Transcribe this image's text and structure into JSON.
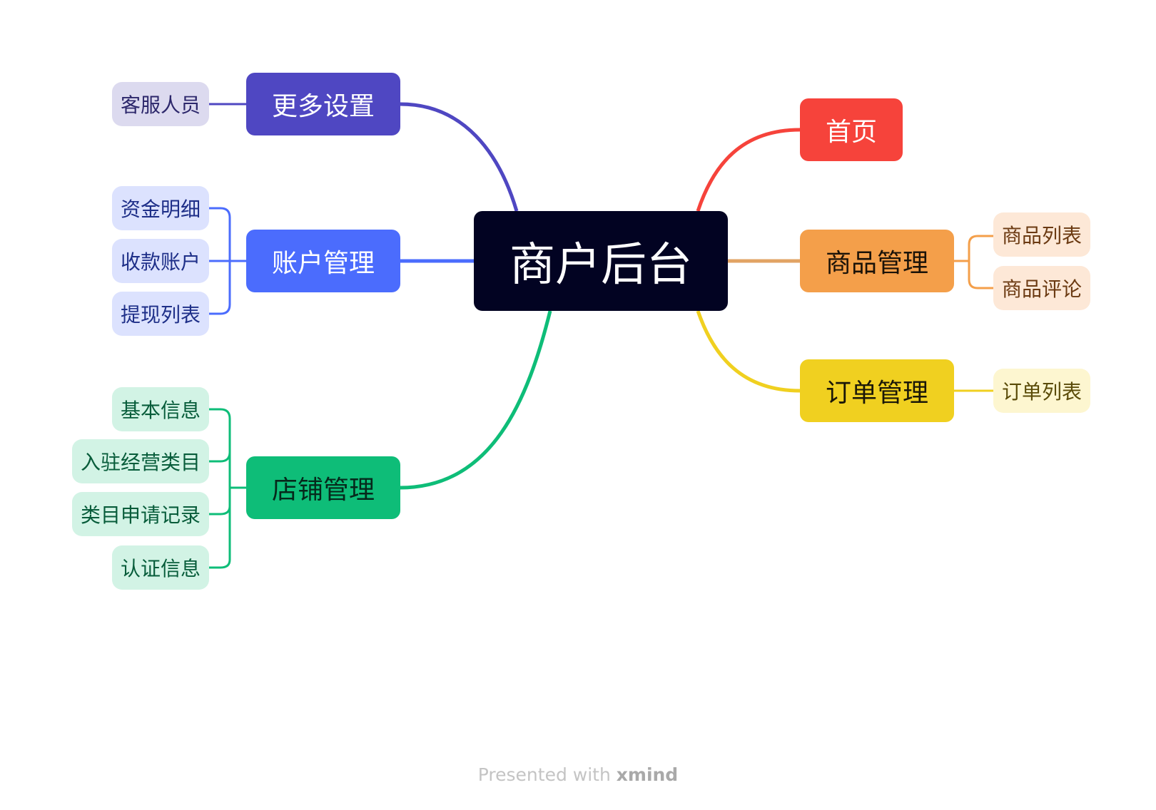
{
  "central": {
    "label": "商户后台"
  },
  "branches": {
    "home": {
      "label": "首页",
      "color": "#f6433b"
    },
    "goods": {
      "label": "商品管理",
      "color": "#f49f4a",
      "children": [
        "商品列表",
        "商品评论"
      ]
    },
    "orders": {
      "label": "订单管理",
      "color": "#f0d020",
      "children": [
        "订单列表"
      ]
    },
    "more": {
      "label": "更多设置",
      "color": "#4f47c2",
      "children": [
        "客服人员"
      ]
    },
    "account": {
      "label": "账户管理",
      "color": "#4b6cfd",
      "children": [
        "资金明细",
        "收款账户",
        "提现列表"
      ]
    },
    "store": {
      "label": "店铺管理",
      "color": "#0ebd78",
      "children": [
        "基本信息",
        "入驻经营类目",
        "类目申请记录",
        "认证信息"
      ]
    }
  },
  "watermark": {
    "prefix": "Presented with",
    "brand": "xmind"
  }
}
